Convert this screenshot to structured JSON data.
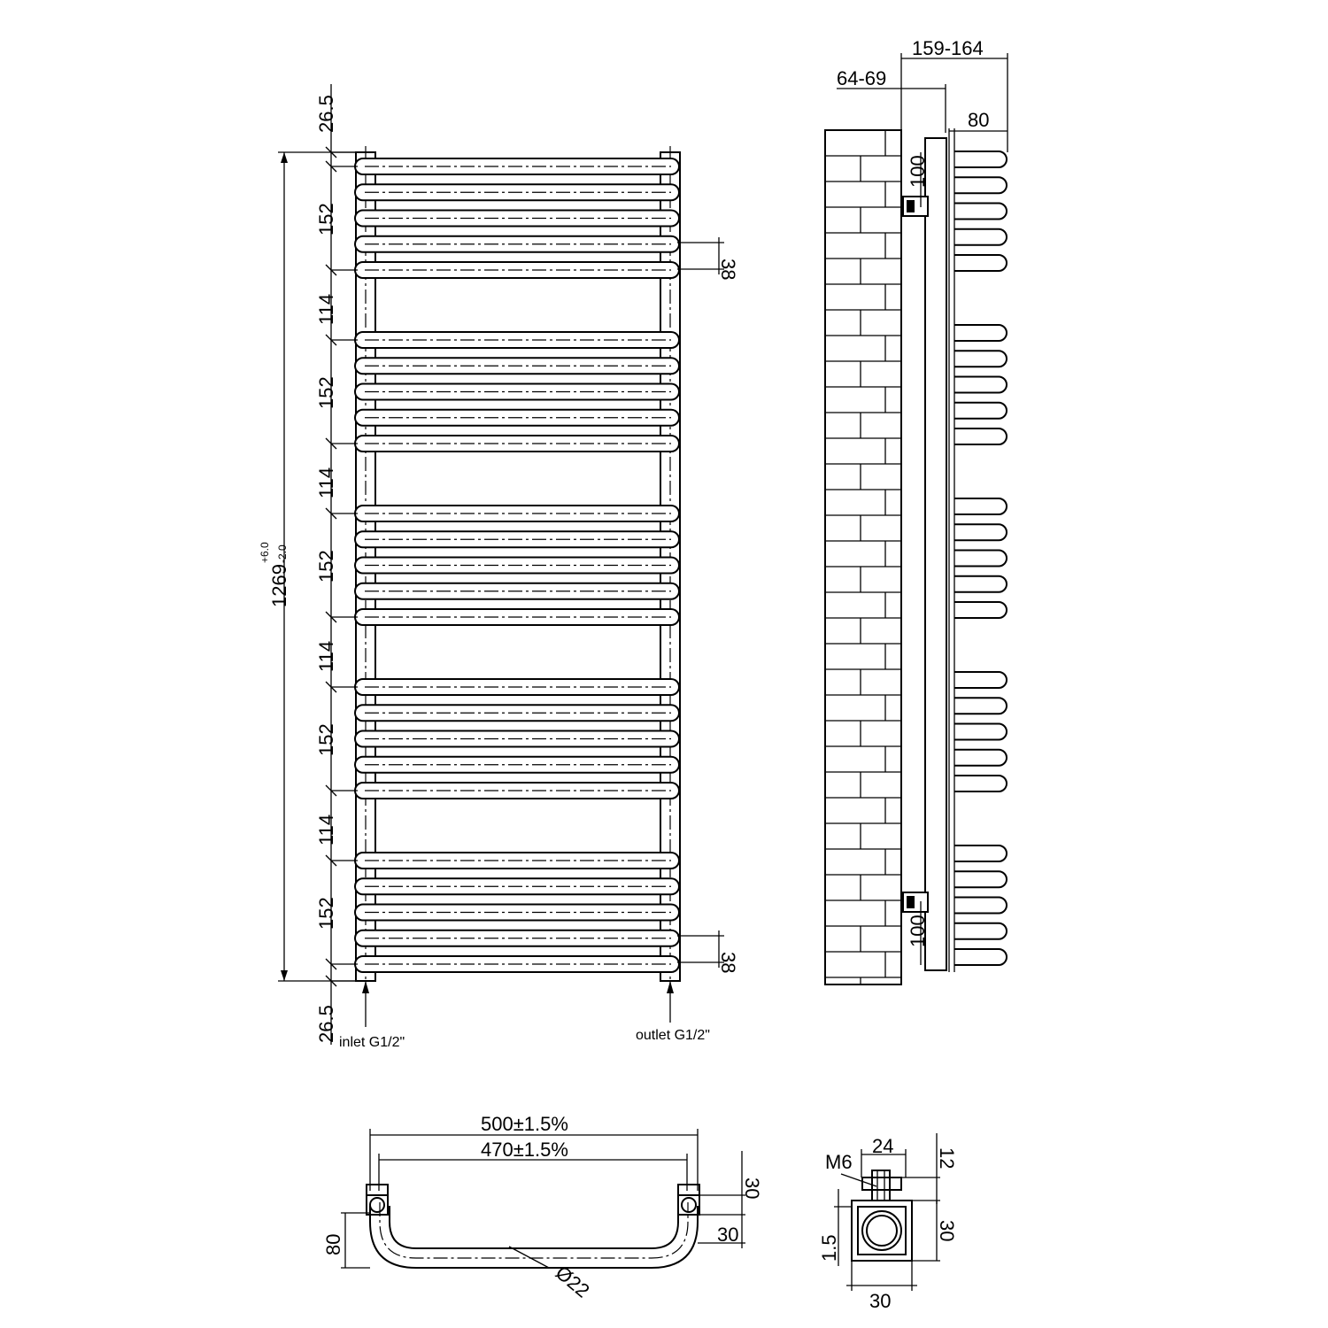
{
  "front_view": {
    "total_height": "1269",
    "tolerance_plus": "+6.0",
    "tolerance_minus": "-2.0",
    "top_offset": "26.5",
    "bottom_offset": "26.5",
    "group_pitch": [
      "152",
      "152",
      "152",
      "152",
      "152"
    ],
    "gap_pitch": [
      "114",
      "114",
      "114",
      "114"
    ],
    "tube_dia_top": "38",
    "tube_dia_bottom": "38",
    "inlet_label": "inlet G1/2\"",
    "outlet_label": "outlet G1/2\""
  },
  "side_view": {
    "depth_total": "159-164",
    "wall_offset": "64-69",
    "bar_depth": "80",
    "bracket_top": "100",
    "bracket_bottom": "100"
  },
  "top_view": {
    "width_outer": "500±1.5%",
    "width_inner": "470±1.5%",
    "depth": "80",
    "offset_a": "30",
    "offset_b": "30",
    "tube_diameter": "Ø22"
  },
  "bracket_detail": {
    "thread": "M6",
    "width_top": "24",
    "height_top": "12",
    "thickness": "1.5",
    "height": "30",
    "width": "30"
  }
}
